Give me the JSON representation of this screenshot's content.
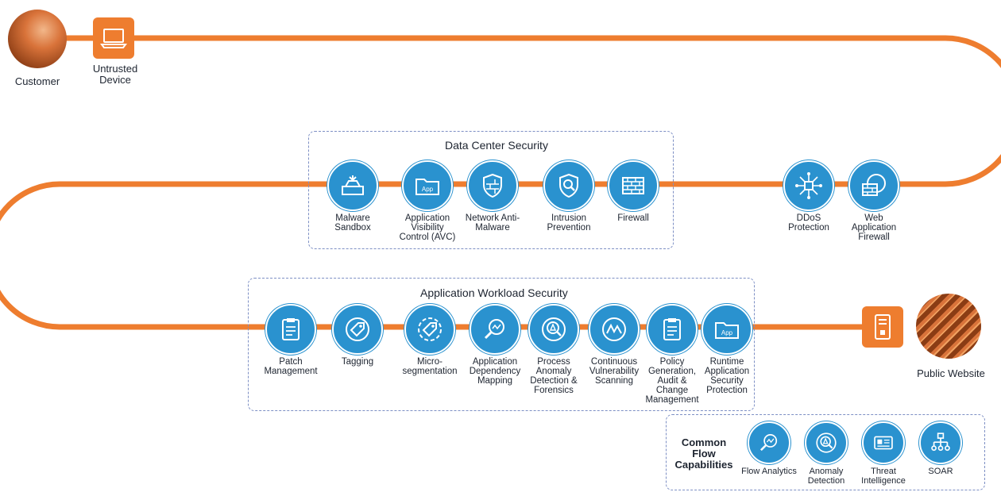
{
  "endpoints": {
    "customer": "Customer",
    "untrusted_device": [
      "Untrusted",
      "Device"
    ],
    "public_website": "Public Website"
  },
  "data_center": {
    "title": "Data Center Security",
    "items": [
      {
        "label": "Malware Sandbox",
        "icon": "sandbox-icon"
      },
      {
        "label": "Application Visibility Control (AVC)",
        "icon": "app-folder-icon"
      },
      {
        "label": "Network Anti-Malware",
        "icon": "shield-wall-icon"
      },
      {
        "label": "Intrusion Prevention",
        "icon": "shield-search-icon"
      },
      {
        "label": "Firewall",
        "icon": "brick-wall-icon"
      }
    ]
  },
  "edge": {
    "items": [
      {
        "label": "DDoS Protection",
        "icon": "network-hub-icon"
      },
      {
        "label": "Web Application Firewall",
        "icon": "globe-firewall-icon"
      }
    ]
  },
  "workload": {
    "title": "Application Workload Security",
    "items": [
      {
        "label": "Patch Management",
        "icon": "clipboard-icon"
      },
      {
        "label": "Tagging",
        "icon": "tag-icon"
      },
      {
        "label": "Micro-segmentation",
        "icon": "segment-tag-icon"
      },
      {
        "label": "Application Dependency Mapping",
        "icon": "magnifier-icon"
      },
      {
        "label": "Process Anomaly Detection & Forensics",
        "icon": "anomaly-icon"
      },
      {
        "label": "Continuous Vulnerability Scanning",
        "icon": "scan-icon"
      },
      {
        "label": "Policy Generation, Audit & Change Management",
        "icon": "clipboard-icon"
      },
      {
        "label": "Runtime Application Security Protection",
        "icon": "app-folder-icon"
      }
    ]
  },
  "common": {
    "title": [
      "Common",
      "Flow",
      "Capabilities"
    ],
    "items": [
      {
        "label": "Flow Analytics",
        "icon": "magnifier-icon"
      },
      {
        "label": "Anomaly Detection",
        "icon": "anomaly-icon"
      },
      {
        "label": "Threat Intelligence",
        "icon": "id-card-icon"
      },
      {
        "label": "SOAR",
        "icon": "hierarchy-icon"
      }
    ]
  },
  "colors": {
    "path": "#ee7d2f",
    "node": "#2a92cf",
    "box_border": "#7d8fc4"
  }
}
